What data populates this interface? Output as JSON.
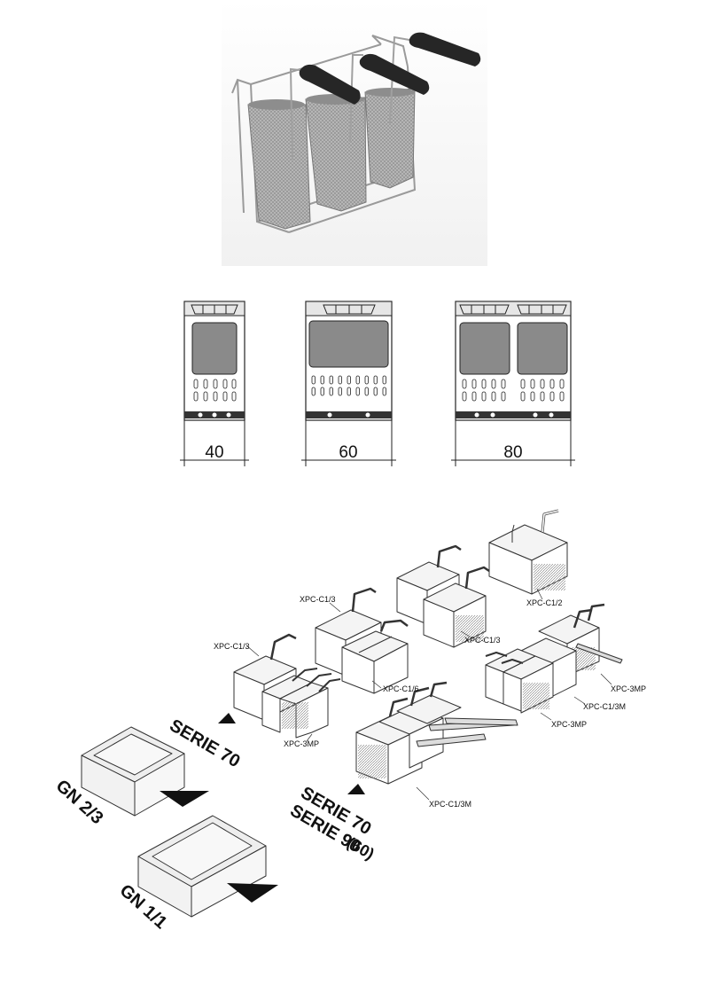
{
  "photo": {
    "alt": "three pasta cooker baskets on wire rack"
  },
  "front_views": [
    {
      "width_label": "40"
    },
    {
      "width_label": "60"
    },
    {
      "width_label": "80"
    }
  ],
  "basket_labels": {
    "xpc_c1_3_a": "XPC-C1/3",
    "xpc_c1_3_b": "XPC-C1/3",
    "xpc_c1_3_c": "XPC-C1/3",
    "xpc_c1_2": "XPC-C1/2",
    "xpc_c1_6": "XPC-C1/6",
    "xpc_3mp_a": "XPC-3MP",
    "xpc_3mp_b": "XPC-3MP",
    "xpc_3mp_c": "XPC-3MP",
    "xpc_c1_3m_a": "XPC-C1/3M",
    "xpc_c1_3m_b": "XPC-C1/3M"
  },
  "series": {
    "serie70_top": "SERIE 70",
    "serie70_bottom": "SERIE 70",
    "serie90": "SERIE 90",
    "size_note": "(60)"
  },
  "gn": {
    "gn23": "GN 2/3",
    "gn11": "GN 1/1"
  }
}
